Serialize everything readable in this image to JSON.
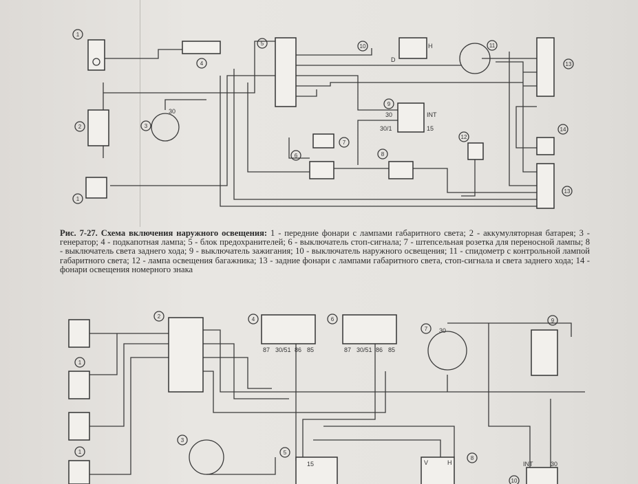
{
  "caption": {
    "title": "Рис. 7-27. Схема включения наружного освещения:",
    "text": "1 - передние фонари с лампами габаритного света; 2 - аккумуляторная батарея; 3 - генератор; 4 - подкапотная лампа; 5 - блок предохранителей; 6 - выключатель стоп-сигнала; 7 - штепсельная розетка для переносной лампы; 8 - выключатель света заднего хода; 9 - выключатель зажигания; 10 - выключатель наружного освещения; 11 - спидометр с контрольной лампой габаритного света; 12 - лампа освещения багажника; 13 - задние фонари с лампами габаритного света, стоп-сигнала и света заднего хода; 14 - фонари освещения номерного знака"
  },
  "top_diagram": {
    "markers": [
      "1",
      "4",
      "5",
      "10",
      "11",
      "13",
      "2",
      "3",
      "9",
      "7",
      "6",
      "8",
      "12",
      "14",
      "1",
      "13"
    ],
    "terminals": [
      "30",
      "30/1",
      "INT",
      "15",
      "30",
      "H",
      "D"
    ]
  },
  "bottom_diagram": {
    "markers": [
      "2",
      "4",
      "6",
      "7",
      "9",
      "1",
      "3",
      "1",
      "5",
      "8",
      "10"
    ],
    "terminals": [
      "87",
      "30/51",
      "86",
      "85",
      "87",
      "30/51",
      "86",
      "85",
      "30",
      "INT",
      "30",
      "15",
      "V",
      "H"
    ]
  }
}
